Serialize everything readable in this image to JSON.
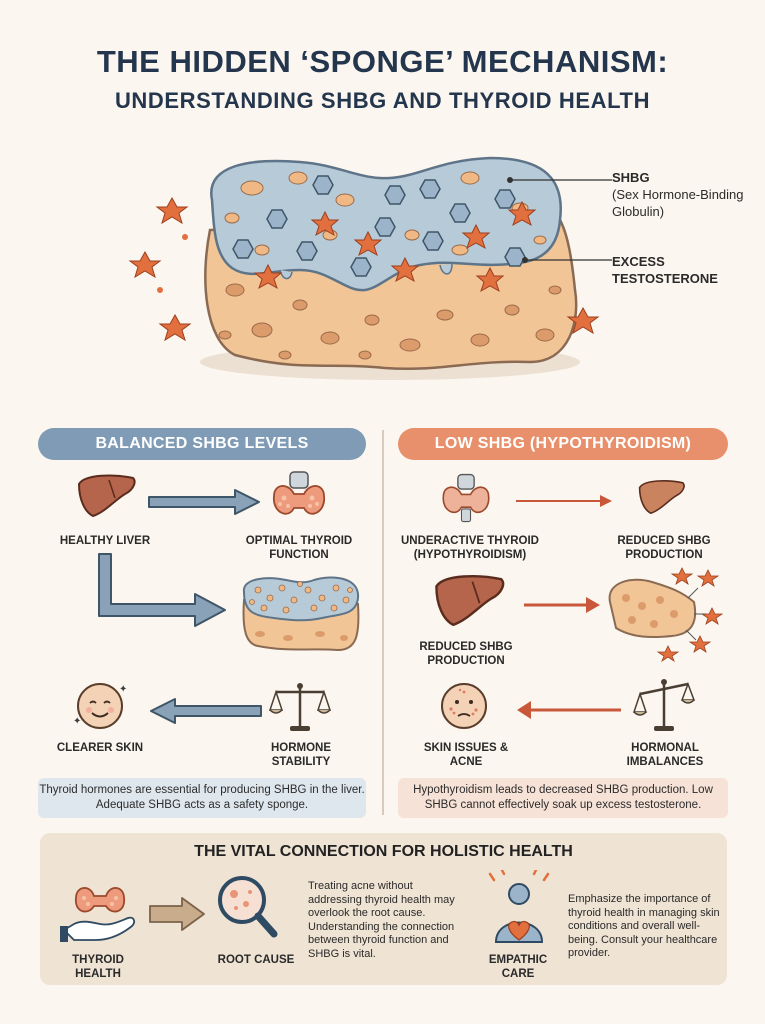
{
  "title": {
    "line1": "THE HIDDEN ‘SPONGE’ MECHANISM:",
    "line2": "UNDERSTANDING SHBG AND THYROID HEALTH"
  },
  "sponge_callouts": {
    "shbg_label": "SHBG",
    "shbg_desc": "(Sex Hormone-Binding Globulin)",
    "excess_label": "EXCESS TESTOSTERONE"
  },
  "left_panel": {
    "header": "BALANCED SHBG LEVELS",
    "healthy_liver": "HEALTHY LIVER",
    "optimal_thyroid": "OPTIMAL THYROID FUNCTION",
    "clearer_skin": "CLEARER SKIN",
    "hormone_stability": "HORMONE STABILITY",
    "note": "Thyroid hormones are essential for producing SHBG in the liver. Adequate SHBG acts as a safety sponge."
  },
  "right_panel": {
    "header": "LOW SHBG (HYPOTHYROIDISM)",
    "underactive_thyroid": "UNDERACTIVE THYROID (HYPOTHYROIDISM)",
    "reduced_shbg_1": "REDUCED SHBG PRODUCTION",
    "reduced_shbg_2": "REDUCED SHBG PRODUCTION",
    "skin_issues": "SKIN ISSUES & ACNE",
    "hormonal_imbalances": "HORMONAL IMBALANCES",
    "note": "Hypothyroidism leads to decreased SHBG production. Low SHBG cannot effectively soak up excess testosterone."
  },
  "bottom": {
    "title": "THE VITAL CONNECTION FOR HOLISTIC HEALTH",
    "thyroid_health": "THYROID HEALTH",
    "root_cause": "ROOT CAUSE",
    "treating_text": "Treating acne without addressing thyroid health may overlook the root cause. Understanding the connection between thyroid function and SHBG is vital.",
    "empathic_care": "EMPATHIC CARE",
    "emphasize_text": "Emphasize the importance of thyroid health in managing skin conditions and overall well-being. Consult your healthcare provider."
  },
  "colors": {
    "blue_header": "#7f9bb5",
    "orange_header": "#e8906b",
    "sponge_top": "#b7cad8",
    "sponge_body": "#f2c597",
    "testosterone": "#e2703f",
    "liver": "#b5654c",
    "thyroid": "#ee9a7c"
  }
}
